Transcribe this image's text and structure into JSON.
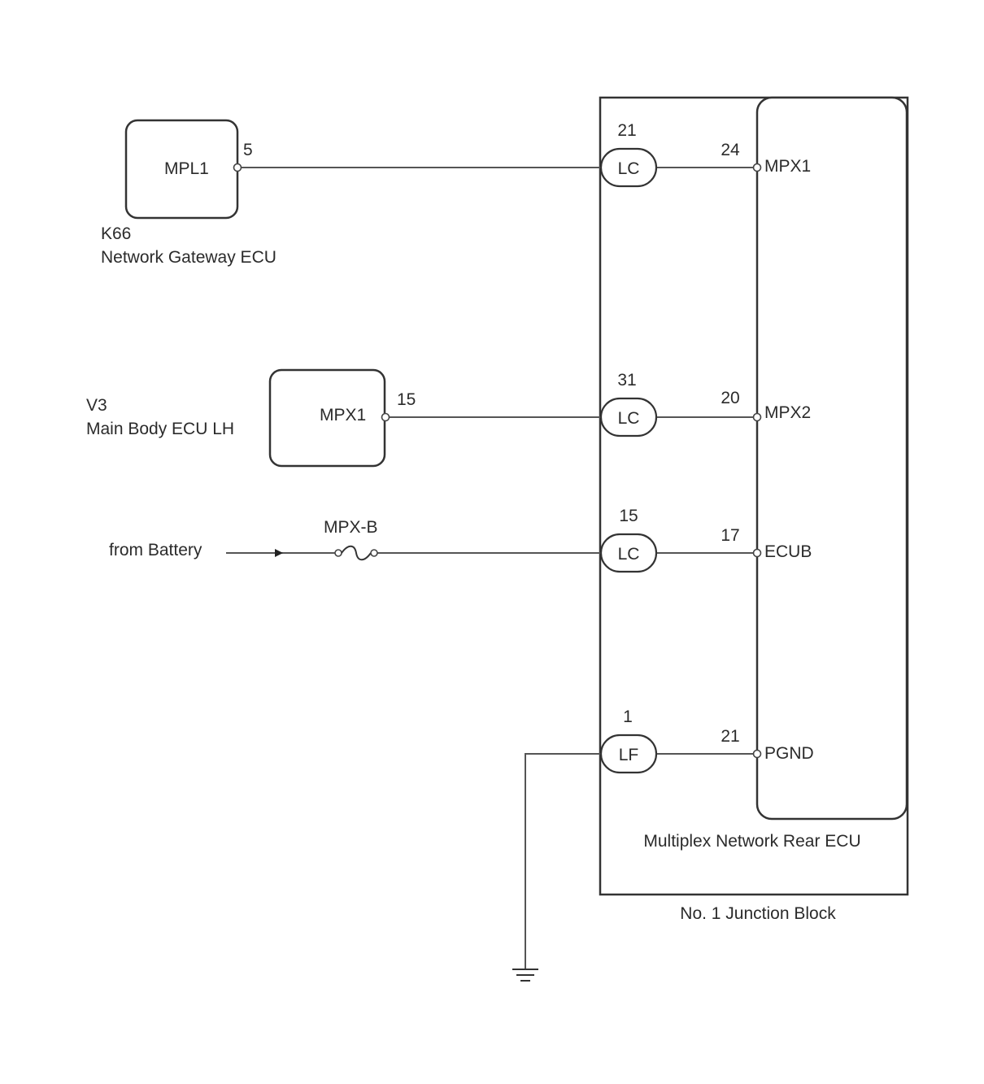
{
  "components": {
    "gateway": {
      "code": "K66",
      "name": "Network Gateway ECU",
      "terminal": "MPL1",
      "pin": "5"
    },
    "main_body": {
      "code": "V3",
      "name": "Main Body ECU LH",
      "terminal": "MPX1",
      "pin": "15"
    },
    "junction_block": {
      "name": "No. 1 Junction Block"
    },
    "rear_ecu": {
      "name": "Multiplex Network Rear ECU"
    }
  },
  "battery": {
    "label": "from Battery",
    "fuse": "MPX-B"
  },
  "connections": [
    {
      "jb_pin": "21",
      "connector": "LC",
      "ecu_pin": "24",
      "terminal": "MPX1"
    },
    {
      "jb_pin": "31",
      "connector": "LC",
      "ecu_pin": "20",
      "terminal": "MPX2"
    },
    {
      "jb_pin": "15",
      "connector": "LC",
      "ecu_pin": "17",
      "terminal": "ECUB"
    },
    {
      "jb_pin": "1",
      "connector": "LF",
      "ecu_pin": "21",
      "terminal": "PGND"
    }
  ]
}
